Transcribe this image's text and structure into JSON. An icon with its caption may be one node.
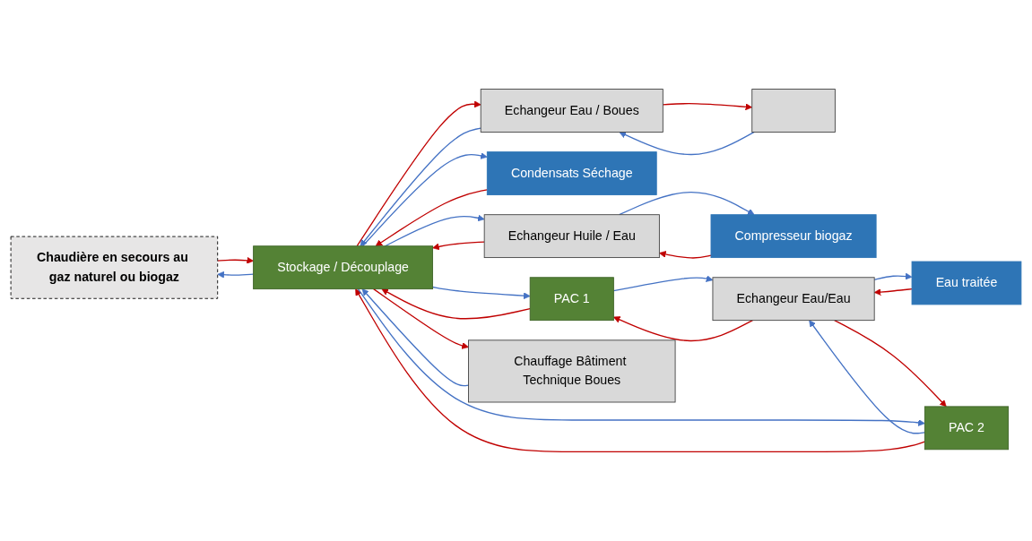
{
  "diagram": {
    "nodes": [
      {
        "text": [
          "Chaudière en secours au gaz naturel ou biogaz"
        ]
      },
      {
        "text": [
          "Stockage / Découplage"
        ]
      },
      {
        "text": [
          "Echangeur Eau / Boues"
        ]
      },
      {
        "text": [],
        "shape": "box"
      },
      {
        "text": [
          "Condensats Séchage"
        ]
      },
      {
        "text": [
          "Compresseur biogaz"
        ]
      },
      {
        "text": [
          "Echangeur Huile / Eau"
        ]
      },
      {
        "text": [
          "PAC 1"
        ]
      },
      {
        "text": [
          "Chauffage Bâtiment Technique Boues"
        ]
      },
      {
        "text": [
          "Eau traitée"
        ]
      },
      {
        "text": [
          "Echangeur Eau/Eau"
        ]
      },
      {
        "text": [
          "PAC 2"
        ]
      }
    ],
    "edges": [
      {
        "from": 0,
        "to": 1,
        "arrow": "to",
        "color": "#c00000"
      },
      {
        "from": 1,
        "to": 0,
        "arrow": "to",
        "color": "#4472c4"
      },
      {
        "from": 1,
        "to": 2,
        "arrow": "to",
        "color": "#c00000"
      },
      {
        "from": 2,
        "to": 1,
        "arrow": "to",
        "color": "#4472c4"
      },
      {
        "from": 2,
        "to": 3,
        "arrow": "to",
        "color": "#c00000"
      },
      {
        "from": 3,
        "to": 2,
        "arrow": "to",
        "color": "#4472c4"
      },
      {
        "from": 4,
        "to": 1,
        "arrow": "to",
        "color": "#c00000"
      },
      {
        "from": 1,
        "to": 4,
        "arrow": "to",
        "color": "#4472c4"
      },
      {
        "from": 5,
        "to": 6,
        "arrow": "to",
        "color": "#c00000"
      },
      {
        "from": 6,
        "to": 5,
        "arrow": "to",
        "color": "#4472c4"
      },
      {
        "from": 6,
        "to": 1,
        "arrow": "to",
        "color": "#c00000"
      },
      {
        "from": 1,
        "to": 6,
        "arrow": "to",
        "color": "#4472c4"
      },
      {
        "from": 7,
        "to": 1,
        "arrow": "to",
        "color": "#c00000"
      },
      {
        "from": 1,
        "to": 7,
        "arrow": "to",
        "color": "#4472c4"
      },
      {
        "from": 1,
        "to": 8,
        "arrow": "to",
        "color": "#c00000"
      },
      {
        "from": 8,
        "to": 1,
        "arrow": "to",
        "color": "#4472c4"
      },
      {
        "from": 9,
        "to": 10,
        "arrow": "to",
        "color": "#c00000"
      },
      {
        "from": 10,
        "to": 9,
        "arrow": "to",
        "color": "#4472c4"
      },
      {
        "from": 10,
        "to": 7,
        "arrow": "to",
        "color": "#c00000"
      },
      {
        "from": 7,
        "to": 10,
        "arrow": "to",
        "color": "#4472c4"
      },
      {
        "from": 10,
        "to": 11,
        "arrow": "to",
        "color": "#c00000"
      },
      {
        "from": 11,
        "to": 10,
        "arrow": "to",
        "color": "#4472c4"
      },
      {
        "from": 11,
        "to": 1,
        "arrow": "to",
        "color": "#c00000"
      },
      {
        "from": 1,
        "to": 11,
        "arrow": "to",
        "color": "#4472c4"
      }
    ]
  }
}
